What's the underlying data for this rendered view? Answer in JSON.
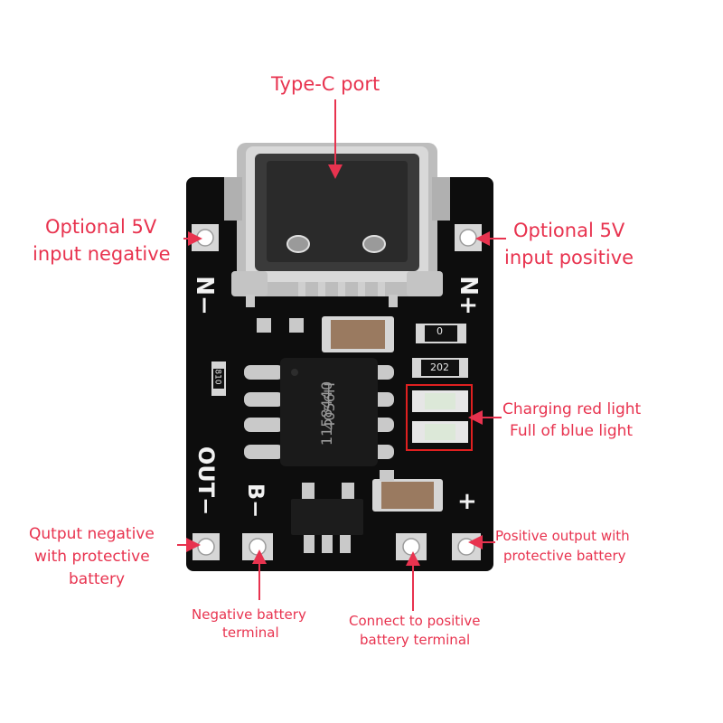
{
  "labels": {
    "typec": "Type-C port",
    "in_neg_1": "Optional 5V",
    "in_neg_2": "input negative",
    "in_pos_1": "Optional 5V",
    "in_pos_2": "input positive",
    "charging_1": "Charging red light",
    "charging_2": "Full of blue light",
    "out_neg_1": "Qutput negative",
    "out_neg_2": "with protective",
    "out_neg_3": "battery",
    "out_pos_1": "Positive output with",
    "out_pos_2": "protective battery",
    "bat_neg_1": "Negative battery",
    "bat_neg_2": "terminal",
    "bat_pos_1": "Connect to positive",
    "bat_pos_2": "battery terminal"
  },
  "silkscreen": {
    "n_minus": "N−",
    "n_plus": "N+",
    "out_minus": "OUT−",
    "b_minus": "B−",
    "plus": "+",
    "chip_line1": "4056H",
    "chip_line2": "1158440",
    "res_r0": "0",
    "res_202": "202",
    "res_810": "810"
  },
  "colors": {
    "accent": "#e8334f",
    "pcb": "#0d0d0d",
    "silver": "#c9c9c9"
  }
}
